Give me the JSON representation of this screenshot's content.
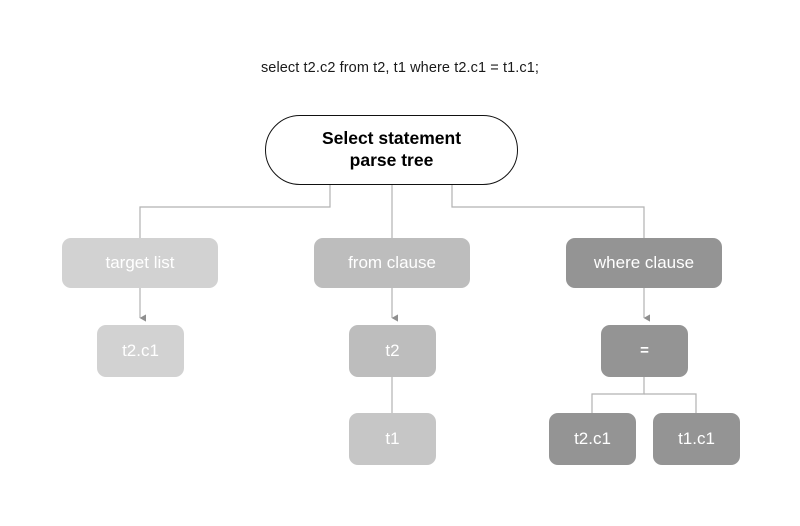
{
  "diagram": {
    "title_text": "select t2.c2 from t2, t1 where t2.c1 = t1.c1;",
    "background_color": "#ffffff",
    "edge_color": "#a8a8a8",
    "nodes": {
      "root": {
        "label_line1": "Select statement",
        "label_line2": "parse tree",
        "fill": "#ffffff",
        "border": "#111111",
        "text_color": "#000000"
      },
      "target_list": {
        "label": "target list",
        "fill": "#d2d2d2",
        "text_color": "#ffffff"
      },
      "from_clause": {
        "label": "from clause",
        "fill": "#bdbdbd",
        "text_color": "#ffffff"
      },
      "where_clause": {
        "label": "where clause",
        "fill": "#949494",
        "text_color": "#ffffff"
      },
      "target_col": {
        "label": "t2.c1",
        "fill": "#d2d2d2",
        "text_color": "#ffffff"
      },
      "table_t2": {
        "label": "t2",
        "fill": "#bdbdbd",
        "text_color": "#ffffff"
      },
      "table_t1": {
        "label": "t1",
        "fill": "#c6c6c6",
        "text_color": "#ffffff"
      },
      "operator_eq": {
        "label": "=",
        "fill": "#949494",
        "text_color": "#ffffff"
      },
      "operand_left": {
        "label": "t2.c1",
        "fill": "#949494",
        "text_color": "#ffffff"
      },
      "operand_right": {
        "label": "t1.c1",
        "fill": "#949494",
        "text_color": "#ffffff"
      }
    },
    "edges": [
      {
        "from": "root",
        "to": "target_list",
        "arrow": false
      },
      {
        "from": "root",
        "to": "from_clause",
        "arrow": false
      },
      {
        "from": "root",
        "to": "where_clause",
        "arrow": false
      },
      {
        "from": "target_list",
        "to": "target_col",
        "arrow": true
      },
      {
        "from": "from_clause",
        "to": "table_t2",
        "arrow": true
      },
      {
        "from": "table_t2",
        "to": "table_t1",
        "arrow": false
      },
      {
        "from": "where_clause",
        "to": "operator_eq",
        "arrow": true
      },
      {
        "from": "operator_eq",
        "to": "operand_left",
        "arrow": false
      },
      {
        "from": "operator_eq",
        "to": "operand_right",
        "arrow": false
      }
    ]
  }
}
